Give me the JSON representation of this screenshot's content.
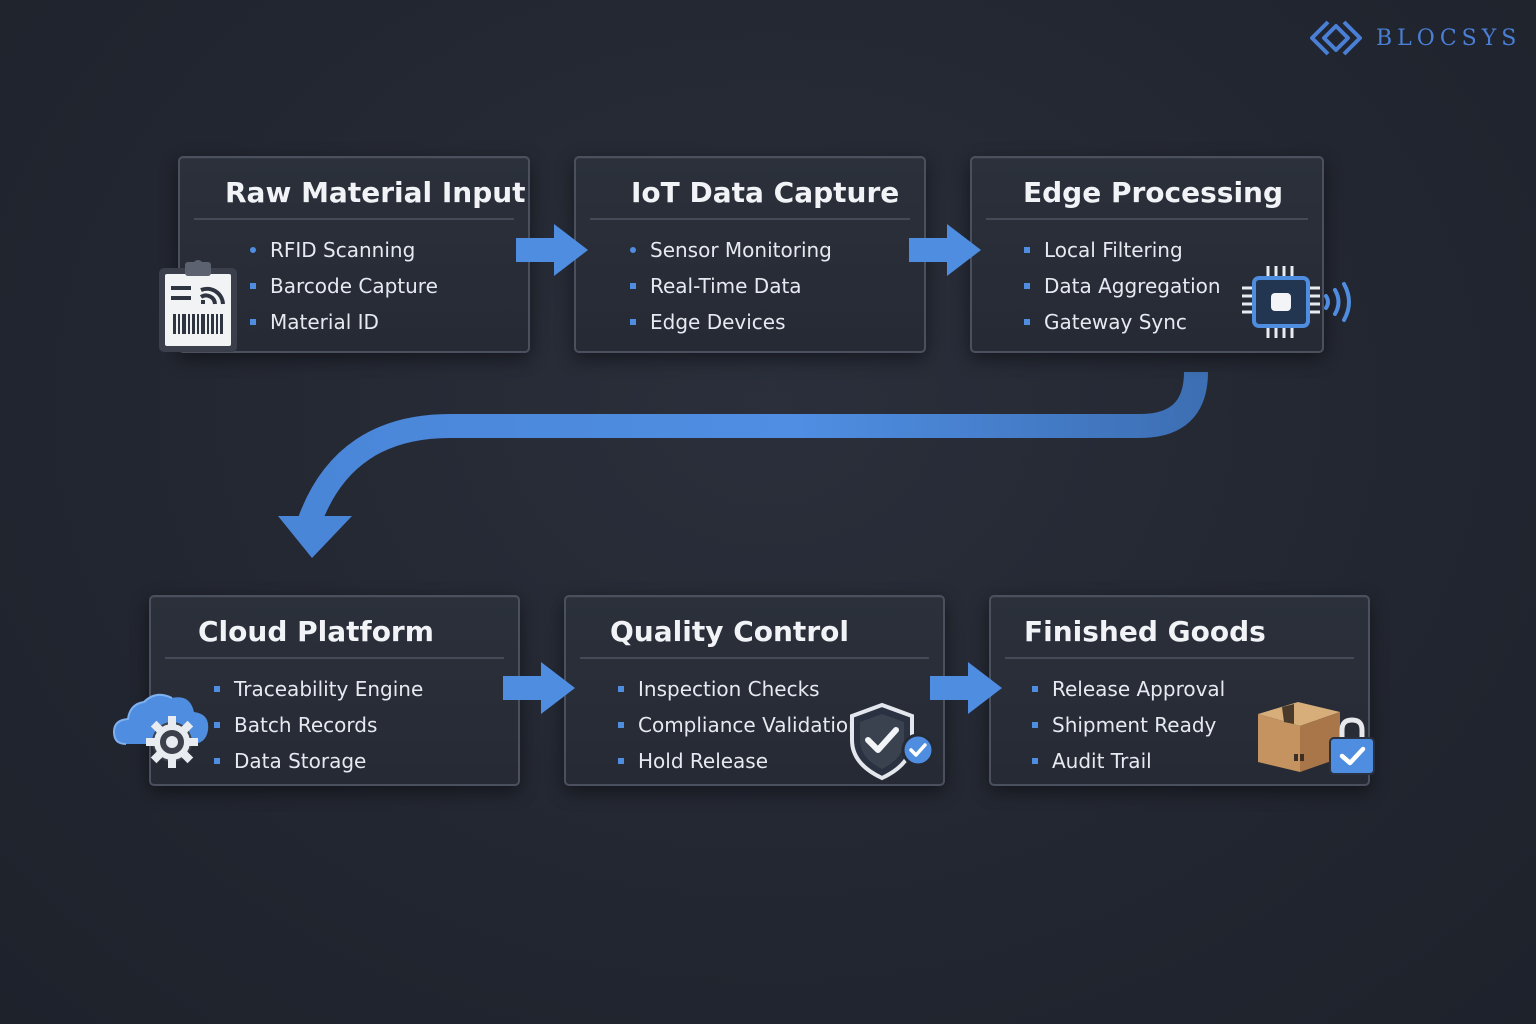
{
  "brand": {
    "name": "BLOCSYS",
    "color": "#4a7fd6"
  },
  "accent": "#4f8de0",
  "stages": [
    {
      "title": "Raw Material Input",
      "items": [
        "RFID Scanning",
        "Barcode Capture",
        "Material ID"
      ],
      "icon": "clipboard-barcode-icon"
    },
    {
      "title": "IoT Data Capture",
      "items": [
        "Sensor Monitoring",
        "Real-Time Data",
        "Edge Devices"
      ]
    },
    {
      "title": "Edge Processing",
      "items": [
        "Local Filtering",
        "Data Aggregation",
        "Gateway Sync"
      ],
      "icon": "chip-wireless-icon"
    },
    {
      "title": "Cloud Platform",
      "items": [
        "Traceability Engine",
        "Batch Records",
        "Data Storage"
      ],
      "icon": "cloud-gear-icon"
    },
    {
      "title": "Quality Control",
      "items": [
        "Inspection Checks",
        "Compliance Validation",
        "Hold Release"
      ],
      "icon": "shield-check-icon"
    },
    {
      "title": "Finished Goods",
      "items": [
        "Release Approval",
        "Shipment Ready",
        "Audit Trail"
      ],
      "icon": "package-lock-icon"
    }
  ]
}
